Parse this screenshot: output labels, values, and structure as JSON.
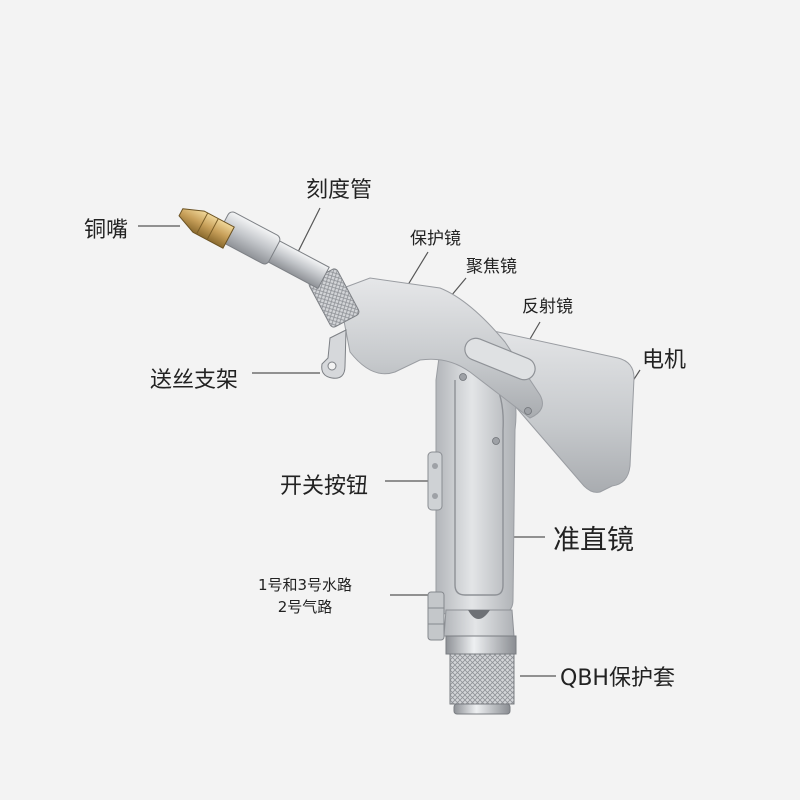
{
  "diagram": {
    "labels": {
      "copper_nozzle": "铜嘴",
      "scale_tube": "刻度管",
      "protective_lens": "保护镜",
      "focusing_lens": "聚焦镜",
      "reflective_lens": "反射镜",
      "motor": "电机",
      "wire_feed_bracket": "送丝支架",
      "switch_button": "开关按钮",
      "collimating_lens": "准直镜",
      "water_line_1_3": "1号和3号水路",
      "gas_line_2": "2号气路",
      "qbh_cover": "QBH保护套"
    }
  },
  "colors": {
    "background": "#f3f3f3",
    "body_metal": "#c9cbce",
    "nozzle_gold": "#c8a05a",
    "leader_line": "#555555",
    "label_text": "#222222"
  }
}
